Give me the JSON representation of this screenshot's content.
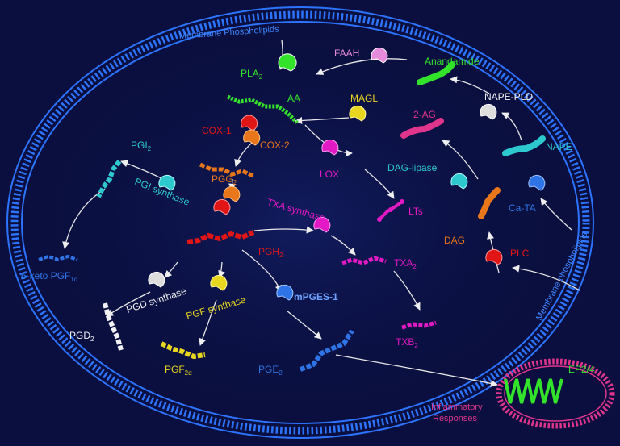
{
  "membrane": {
    "top_label": "Membrane Phospholipids",
    "right_label": "Membrane phospholipids"
  },
  "nodes": {
    "pla2": "PLA",
    "pla2_sub": "2",
    "aa": "AA",
    "cox1": "COX-1",
    "cox2": "COX-2",
    "pgg2": "PGG",
    "pgg2_sub": "2",
    "pgh2": "PGH",
    "pgh2_sub": "2",
    "pgi2": "PGI",
    "pgi2_sub": "2",
    "pgi_synthase": "PGI synthase",
    "keto": "6-keto PGF",
    "keto_sub": "1α",
    "pgd_synthase": "PGD synthase",
    "pgd2": "PGD",
    "pgd2_sub": "2",
    "pgf_synthase": "PGF synthase",
    "pgf2a": "PGF",
    "pgf2a_sub": "2α",
    "mpges1": "mPGES-1",
    "pge2": "PGE",
    "pge2_sub": "2",
    "txa_synthase": "TXA synthase",
    "txa2": "TXA",
    "txa2_sub": "2",
    "txb2": "TXB",
    "txb2_sub": "2",
    "lox": "LOX",
    "lts": "LTs",
    "faah": "FAAH",
    "anandamide": "Anandamide",
    "magl": "MAGL",
    "two_ag": "2-AG",
    "nape_pld": "NAPE-PLD",
    "nape": "NAPE",
    "dag_lipase": "DAG-lipase",
    "dag": "DAG",
    "ca_ta": "Ca-TA",
    "plc": "PLC",
    "ep24": "EP2/4",
    "inflam1": "Inflammatory",
    "inflam2": "Responses"
  },
  "colors": {
    "background": "#0a0f3f",
    "membrane": "#2c74ff",
    "green": "#33e22b",
    "red": "#e01616",
    "orange": "#e8761a",
    "cyan": "#2ec8cf",
    "blue": "#2f74e6",
    "magenta": "#e219c4",
    "pink": "#e0358c",
    "yellow": "#e9d71f",
    "white": "#f2f2f2",
    "faah_pink": "#e58bdc",
    "cell_membrane": "#e0358c"
  }
}
